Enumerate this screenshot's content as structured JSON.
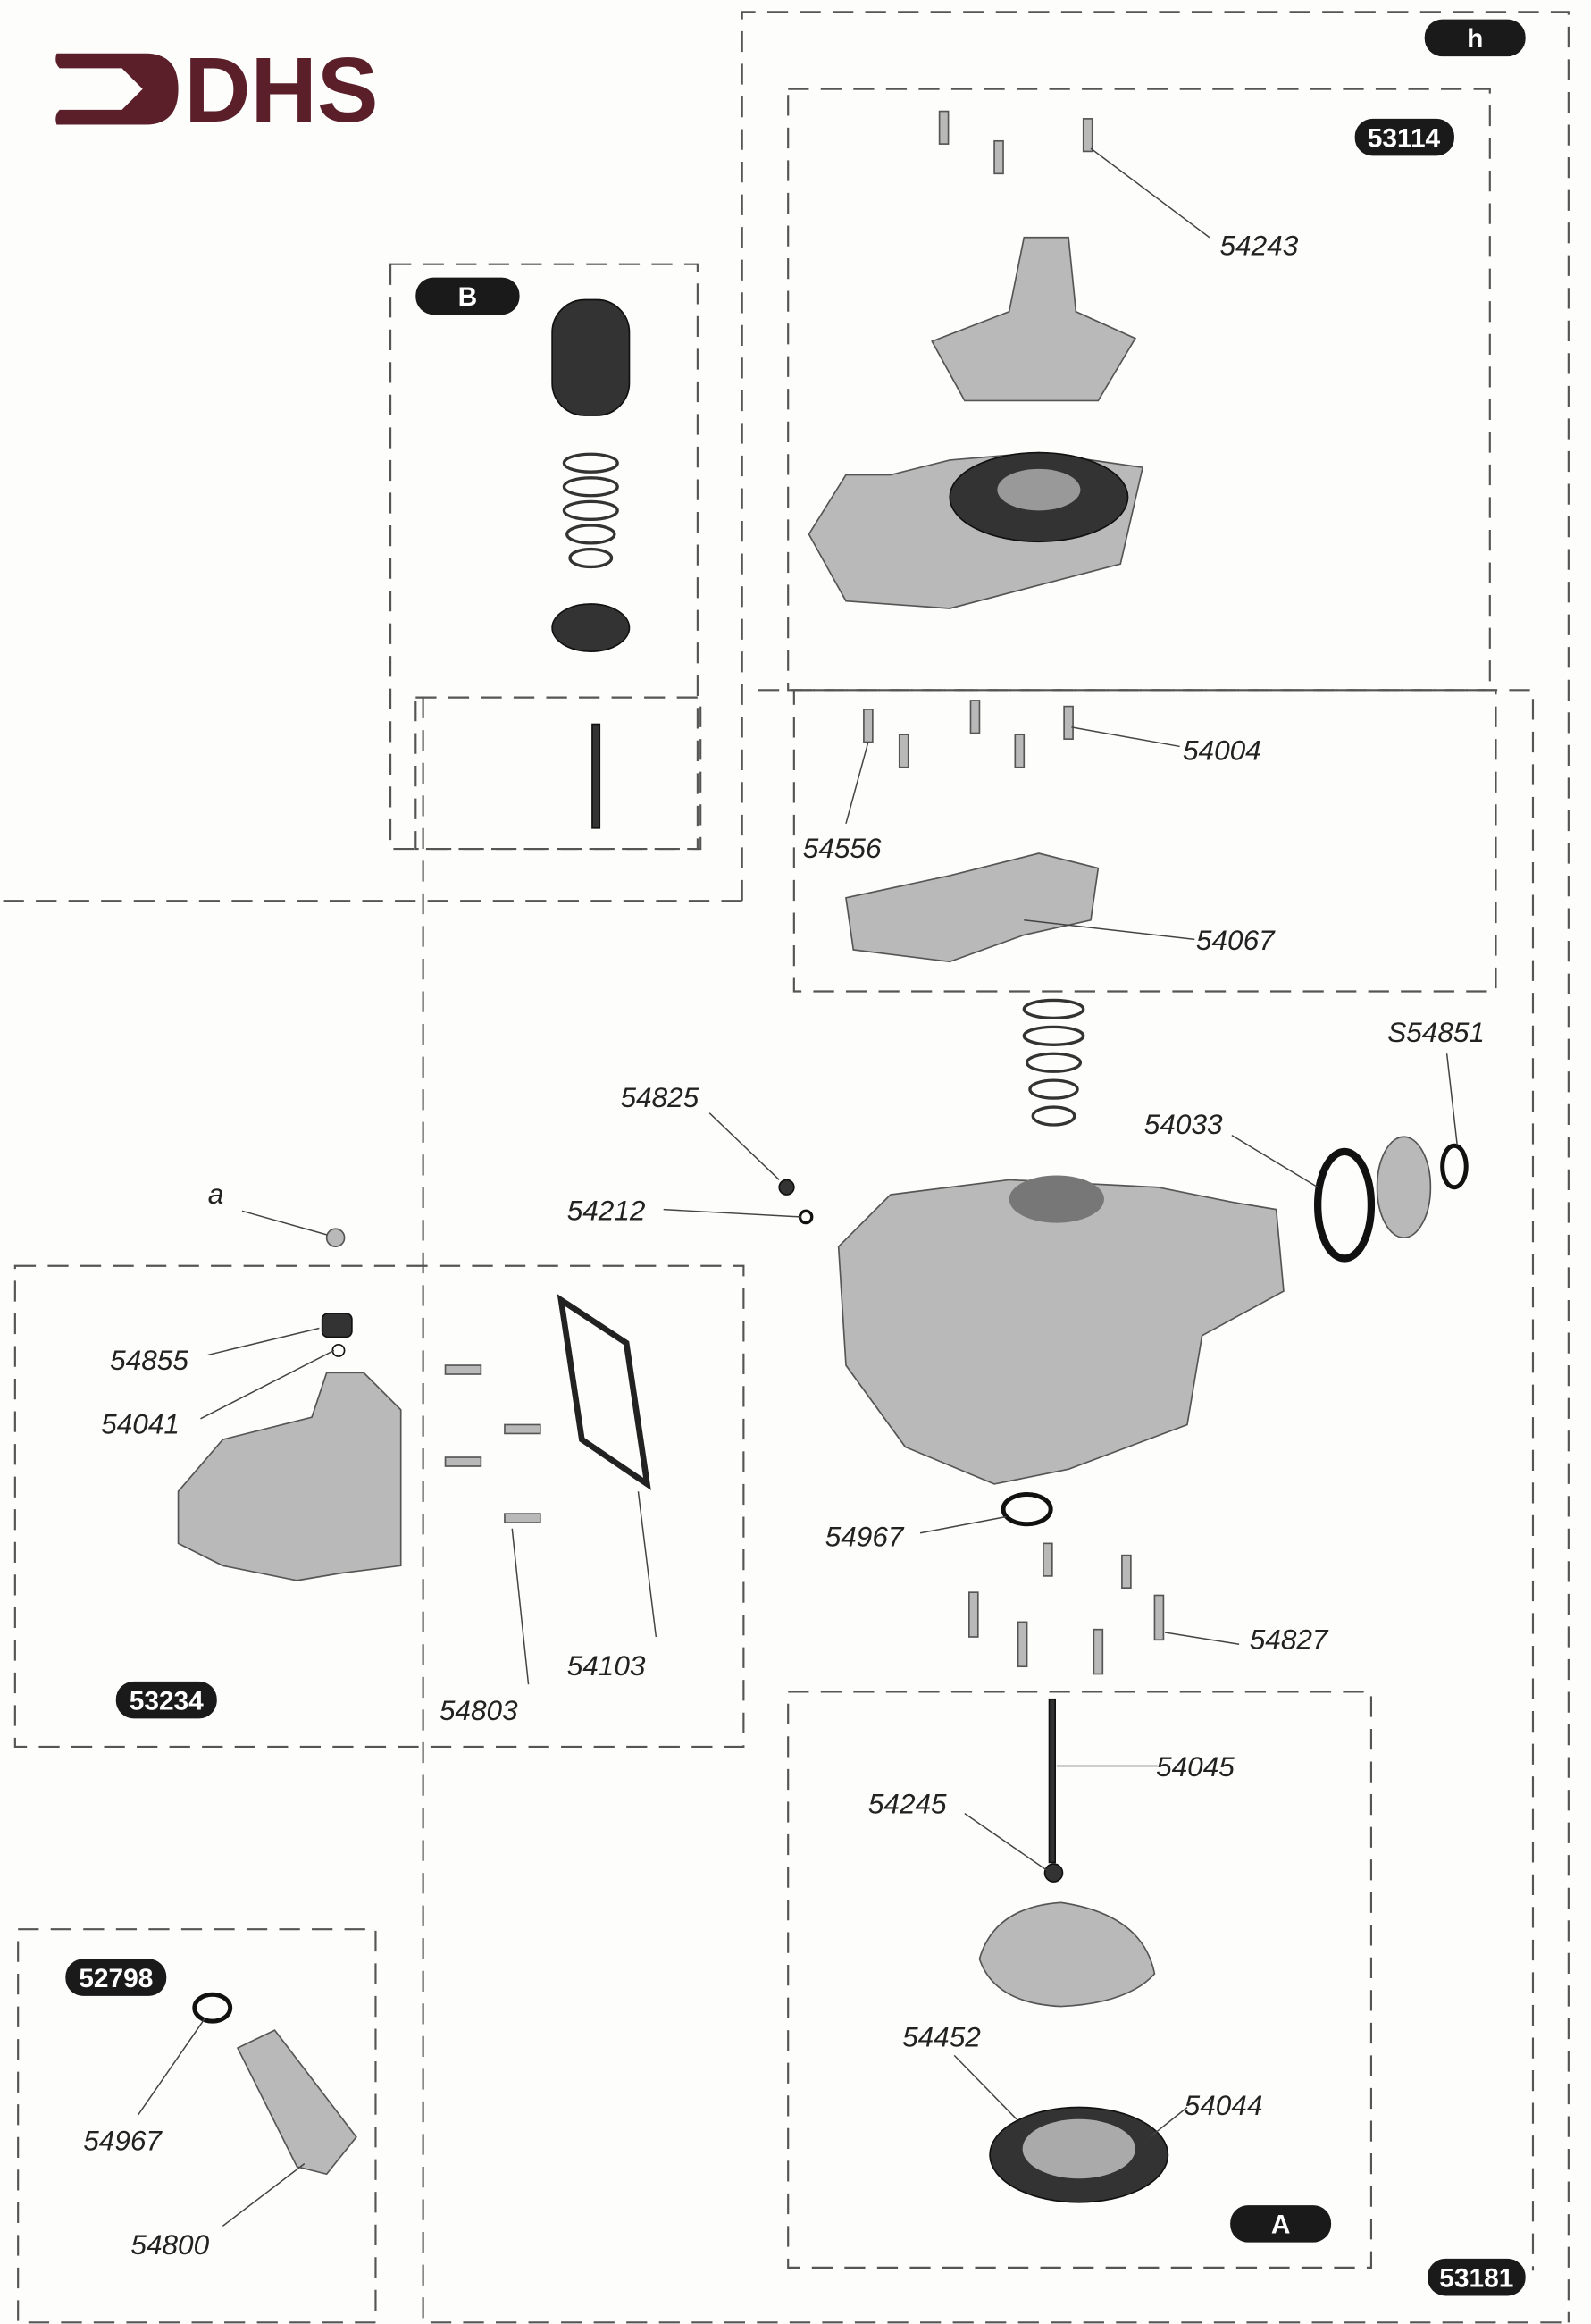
{
  "logo": {
    "text": "DHS",
    "color": "#5b1f2a"
  },
  "badges": {
    "h": "h",
    "b": "B",
    "a": "A",
    "k53114": "53114",
    "k53234": "53234",
    "k52798": "52798",
    "k53181": "53181"
  },
  "parts": {
    "p54243": "54243",
    "p54004": "54004",
    "p54556": "54556",
    "p54067": "54067",
    "pS54851": "S54851",
    "p54825": "54825",
    "p54033": "54033",
    "p54212": "54212",
    "pa": "a",
    "p54855": "54855",
    "p54041": "54041",
    "p54967a": "54967",
    "p54827": "54827",
    "p54103": "54103",
    "p54803": "54803",
    "p54045": "54045",
    "p54245": "54245",
    "p54452": "54452",
    "p54044": "54044",
    "p54967b": "54967",
    "p54800": "54800"
  }
}
